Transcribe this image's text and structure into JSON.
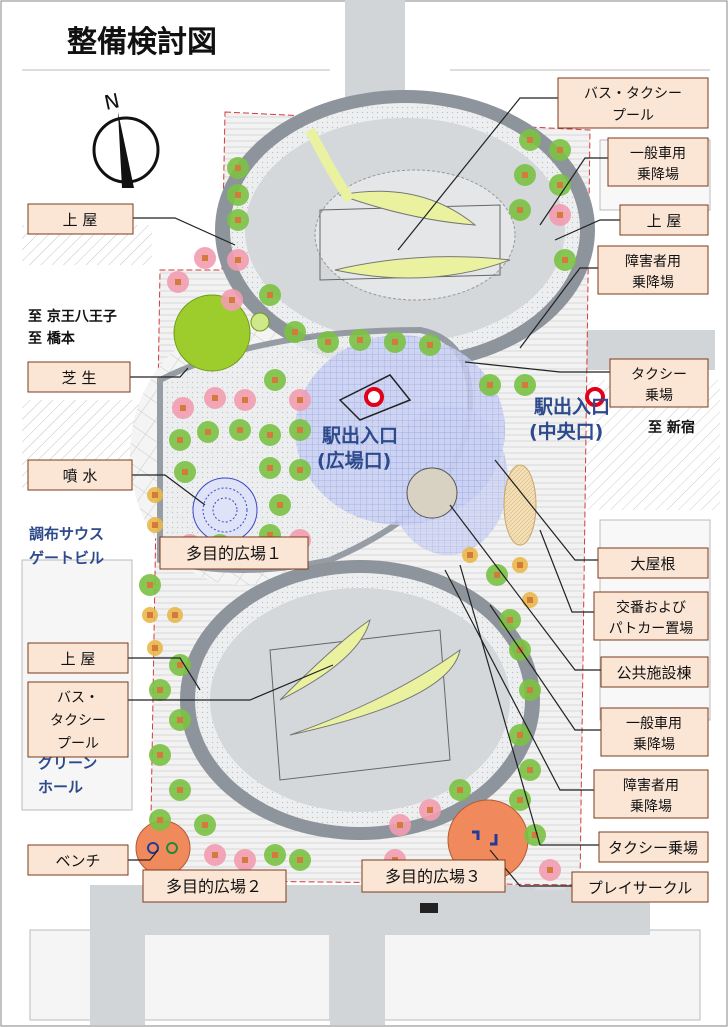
{
  "title": "整備検討図",
  "north_label": "N",
  "left_labels": {
    "keio_hachioji": "至 京王八王子",
    "hashimoto": "至 橋本",
    "chofu_south_gate": "調布サウス",
    "chofu_south_gate_2": "ゲートビル",
    "green_hall": "グリーン",
    "green_hall_2": "ホール"
  },
  "map_text": {
    "station_exit_plaza": "駅出入口",
    "station_exit_plaza_sub": "(広場口)",
    "station_exit_central": "駅出入口",
    "station_exit_central_sub": "(中央口)",
    "to_shinjuku": "至 新宿"
  },
  "callouts": {
    "roof_nw": "上 屋",
    "lawn": "芝 生",
    "fountain": "噴 水",
    "plaza1": "多目的広場１",
    "roof_sw": "上 屋",
    "bus_taxi_pool_s_1": "バス・",
    "bus_taxi_pool_s_2": "タクシー",
    "bus_taxi_pool_s_3": "プール",
    "bench": "ベンチ",
    "plaza2": "多目的広場２",
    "plaza3": "多目的広場３",
    "bus_taxi_pool_n_1": "バス・タクシー",
    "bus_taxi_pool_n_2": "プール",
    "general_car_n_1": "一般車用",
    "general_car_n_2": "乗降場",
    "roof_ne": "上 屋",
    "disabled_n_1": "障害者用",
    "disabled_n_2": "乗降場",
    "taxi_stand_n_1": "タクシー",
    "taxi_stand_n_2": "乗場",
    "big_roof": "大屋根",
    "police_1": "交番および",
    "police_2": "パトカー置場",
    "public_facility": "公共施設棟",
    "general_car_s_1": "一般車用",
    "general_car_s_2": "乗降場",
    "disabled_s_1": "障害者用",
    "disabled_s_2": "乗降場",
    "taxi_stand_s": "タクシー乗場",
    "play_circle": "プレイサークル"
  },
  "colors": {
    "callout_fill": "#fbe6d6",
    "callout_stroke": "#7a3a1a",
    "ring_road": "#8e949c",
    "road_inner": "#d5d8db",
    "blue_grid": "#9aa6e6",
    "tree_green": "#7ac143",
    "tree_pink": "#f29cb0",
    "tree_yellow": "#e8b84a",
    "lawn": "#9ccd2c",
    "play_circle": "#f08a5d",
    "station_marker": "#e0001b",
    "label_blue": "#2d4a8c"
  }
}
